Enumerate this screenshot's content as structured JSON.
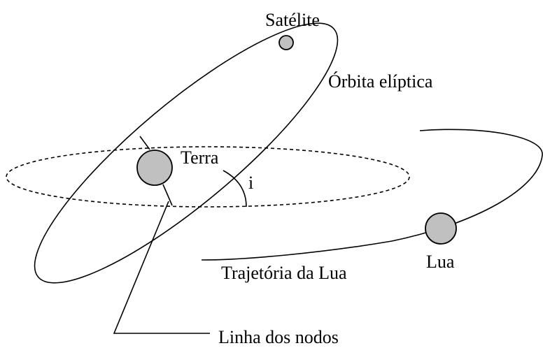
{
  "labels": {
    "satellite": "Satélite",
    "orbit": "Órbita elíptica",
    "earth": "Terra",
    "inclination": "i",
    "moon": "Lua",
    "moon_path": "Trajetória da Lua",
    "node_line": "Linha dos nodos"
  },
  "colors": {
    "body_fill": "#c0c0c0",
    "line": "#000000",
    "background": "#ffffff"
  }
}
